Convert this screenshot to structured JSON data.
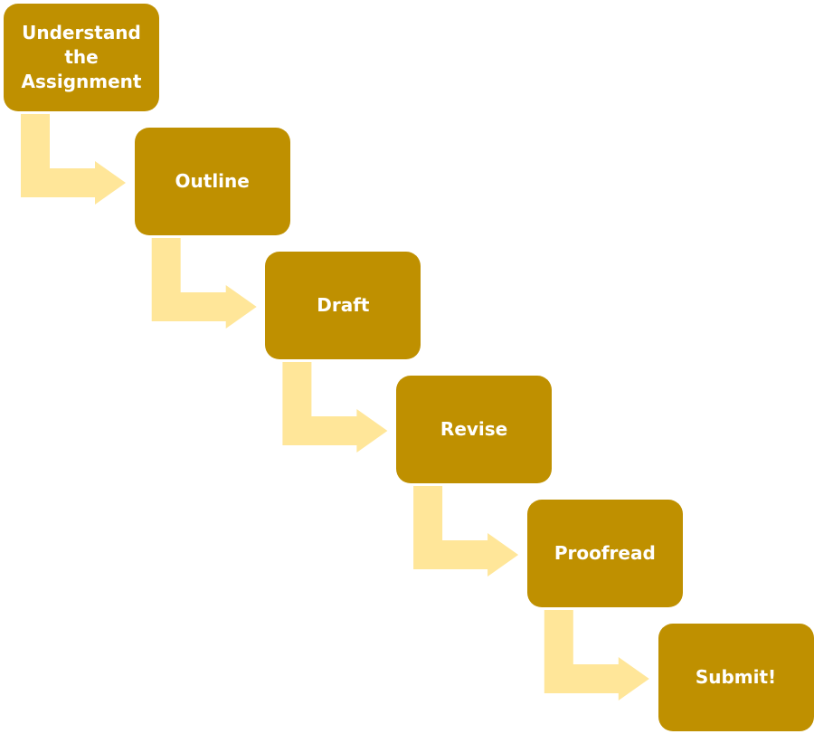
{
  "diagram": {
    "type": "step-down process",
    "colors": {
      "box_fill": "#BF9000",
      "arrow_fill": "#FFE699",
      "text": "#FFFFFF"
    },
    "steps": [
      {
        "label": "Understand the Assignment"
      },
      {
        "label": "Outline"
      },
      {
        "label": "Draft"
      },
      {
        "label": "Revise"
      },
      {
        "label": "Proofread"
      },
      {
        "label": "Submit!"
      }
    ]
  }
}
